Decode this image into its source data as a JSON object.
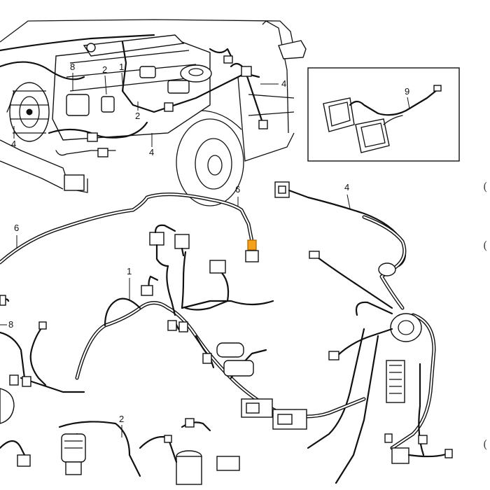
{
  "figure": {
    "callouts": {
      "c1": "1",
      "c2": "2",
      "c4": "4",
      "c6": "6",
      "c8": "8",
      "c9": "9"
    },
    "margin_marks": [
      "(",
      "(",
      "("
    ],
    "accent_color": "#f5a21a",
    "line_color": "#111111"
  }
}
